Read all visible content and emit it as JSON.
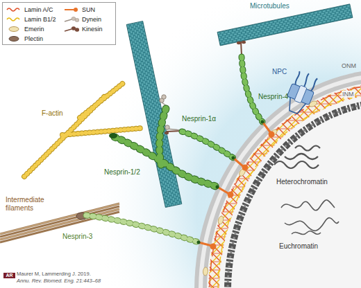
{
  "diagram": {
    "labels": [
      "Microtubules",
      "NPC",
      "ONM",
      "INM",
      "Nesprin-4",
      "Nesprin-1α",
      "F-actin",
      "Nesprin-1/2",
      "Heterochromatin",
      "Intermediate filaments",
      "Nesprin-3",
      "Euchromatin",
      "AR",
      "Maurer M, Lammerding J. 2019.",
      "Annu. Rev. Biomed. Eng. 21:443–68"
    ],
    "legend": [
      {
        "text": "Lamin A/C"
      },
      {
        "text": "Lamin B1/2"
      },
      {
        "text": "Emerin"
      },
      {
        "text": "Plectin"
      },
      {
        "text": "SUN"
      },
      {
        "text": "Dynein"
      },
      {
        "text": "Kinesin"
      }
    ]
  }
}
